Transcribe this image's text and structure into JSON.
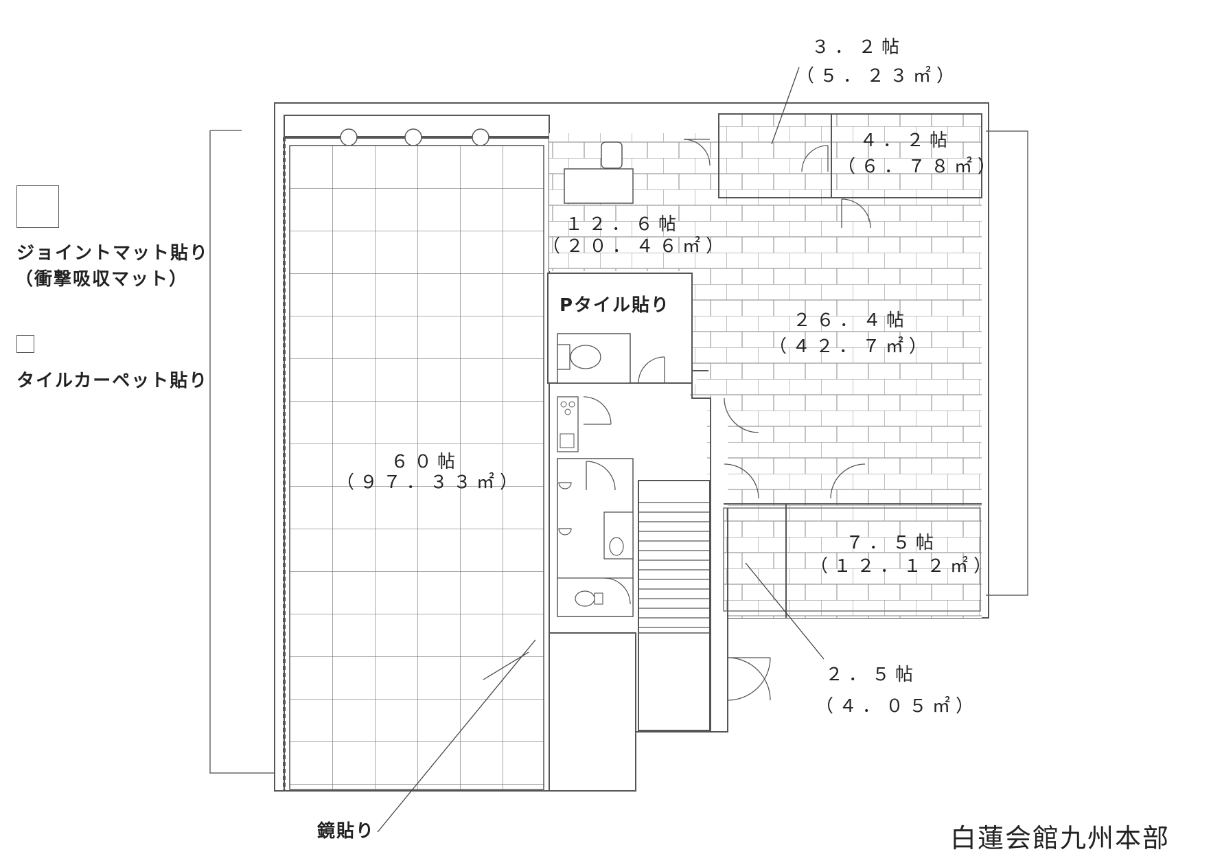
{
  "legend": {
    "joint_mat": "ジョイントマット貼り",
    "joint_mat_sub": "（衝撃吸収マット）",
    "tile_carpet": "タイルカーペット貼り"
  },
  "rooms": {
    "big_hall": {
      "tatami": "６０帖",
      "area": "（９７．３３㎡）"
    },
    "office": {
      "tatami": "１２．６帖",
      "area": "（２０．４６㎡）"
    },
    "room_a": {
      "tatami": "３．２帖",
      "area": "（５．２３㎡）"
    },
    "room_b": {
      "tatami": "４．２帖",
      "area": "（６．７８㎡）"
    },
    "main_room": {
      "tatami": "２６．４帖",
      "area": "（４２．７㎡）"
    },
    "room_c": {
      "tatami": "７．５帖",
      "area": "（１２．１２㎡）"
    },
    "room_d": {
      "tatami": "２．５帖",
      "area": "（４．０５㎡）"
    }
  },
  "notes": {
    "p_tile": "Pタイル貼り",
    "mirror": "鏡貼り"
  },
  "building_name": "白蓮会館九州本部"
}
